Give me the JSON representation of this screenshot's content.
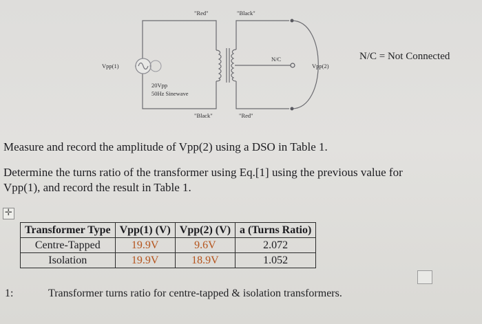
{
  "circuit": {
    "label_red_top": "\"Red\"",
    "label_black_top": "\"Black\"",
    "label_black_bottom": "\"Black\"",
    "label_red_bottom": "\"Red\"",
    "source_label": "Vpp(1)",
    "source_value": "20Vpp",
    "source_desc": "50Hz Sinewave",
    "nc_label": "N/C",
    "output_label": "Vpp(2)",
    "nc_note": "N/C = Not Connected"
  },
  "instructions": {
    "line1": "Measure and record the amplitude of Vpp(2) using a DSO in Table 1.",
    "line2a": "Determine the turns ratio of the transformer using Eq.[1] using the previous value for",
    "line2b": "Vpp(1), and record the result in Table 1."
  },
  "table": {
    "headers": [
      "Transformer Type",
      "Vpp(1)   (V)",
      "Vpp(2)   (V)",
      "a (Turns Ratio)"
    ],
    "rows": [
      [
        "Centre-Tapped",
        "19.9V",
        "9.6V",
        "2.072"
      ],
      [
        "Isolation",
        "19.9V",
        "18.9V",
        "1.052"
      ]
    ]
  },
  "caption": {
    "number": "1:",
    "text": "Transformer turns ratio for centre-tapped & isolation transformers."
  },
  "icons": {
    "move_handle": "✛"
  },
  "colors": {
    "answer_text": "#b5531b",
    "wire": "#6b6b70"
  }
}
